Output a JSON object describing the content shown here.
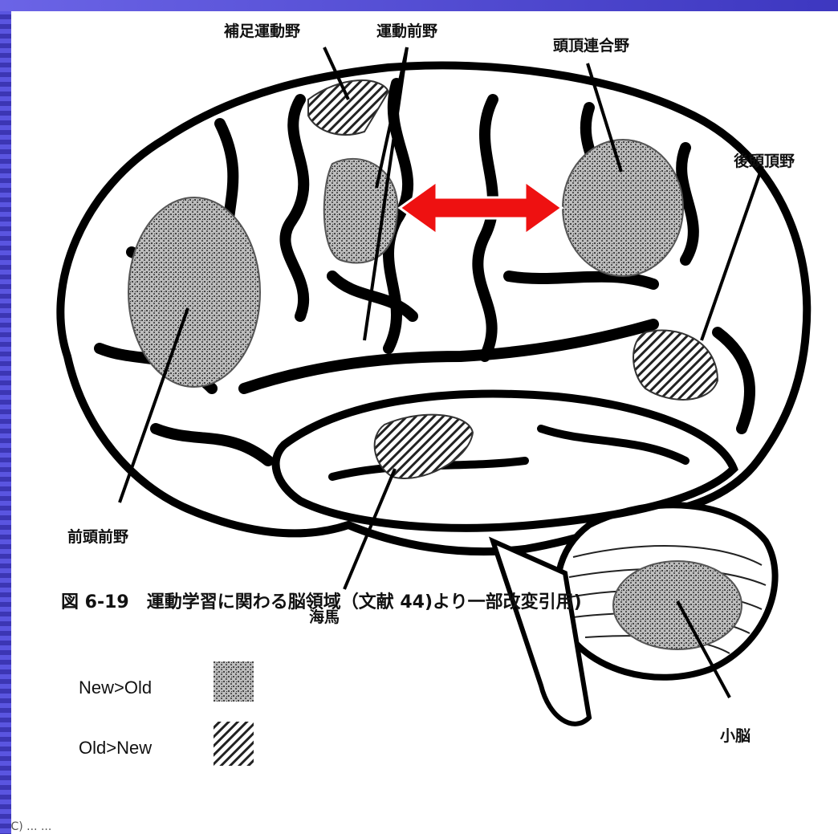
{
  "labels": {
    "supplementary_motor": "補足運動野",
    "premotor": "運動前野",
    "parietal_association": "頭頂連合野",
    "posterior_parietal": "後頭頂野",
    "prefrontal": "前頭前野",
    "hippocampus": "海馬",
    "cerebellum": "小脳"
  },
  "legend": {
    "new_old": "New>Old",
    "old_new": "Old>New"
  },
  "caption": "図 6-19　運動学習に関わる脳領域（文献 44)より一部改変引用)",
  "footer": "(C) ... ...",
  "colors": {
    "arrow": "#ee1111",
    "background": "#3a36b8"
  }
}
